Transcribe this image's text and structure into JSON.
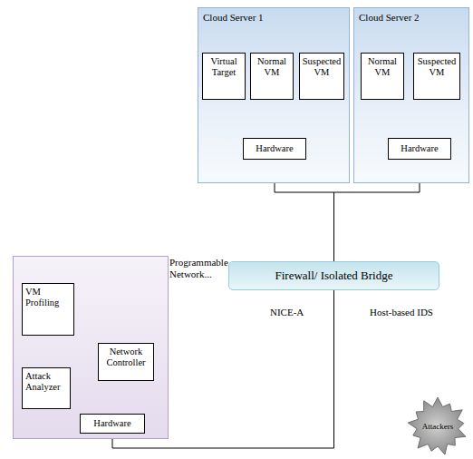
{
  "diagram": {
    "nodes": [
      {
        "text": [
          "Cloud Server 1"
        ]
      },
      {
        "text": [
          "Virtual Target"
        ],
        "in": 0
      },
      {
        "text": [
          "Normal VM"
        ],
        "in": 0
      },
      {
        "text": [
          "Suspected VM"
        ],
        "in": 0
      },
      {
        "text": [
          "Hardware"
        ],
        "in": 0
      },
      {
        "text": [
          "Cloud Server 2"
        ]
      },
      {
        "text": [
          "Normal VM"
        ],
        "in": 5
      },
      {
        "text": [
          "Suspected VM"
        ],
        "in": 5
      },
      {
        "text": [
          "Hardware"
        ],
        "in": 5
      },
      {
        "text": [
          "VM Profiling"
        ]
      },
      {
        "text": [
          "Attack Analyzer"
        ]
      },
      {
        "text": [
          "Network Controller"
        ]
      },
      {
        "text": [
          "Hardware"
        ]
      },
      {
        "text": [
          "Firewall/ Isolated Bridge"
        ]
      },
      {
        "text": [
          "Attackers"
        ]
      }
    ],
    "edges": [
      {
        "from": 1,
        "to": 4,
        "arrow": "none"
      },
      {
        "from": 2,
        "to": 4,
        "arrow": "none"
      },
      {
        "from": 3,
        "to": 4,
        "arrow": "none"
      },
      {
        "from": 6,
        "to": 8,
        "arrow": "none"
      },
      {
        "from": 7,
        "to": 8,
        "arrow": "none"
      },
      {
        "from": 4,
        "to": 13,
        "arrow": "none"
      },
      {
        "from": 8,
        "to": 13,
        "arrow": "none"
      },
      {
        "from": 9,
        "to": 10,
        "arrow": "none"
      },
      {
        "from": 10,
        "to": 11,
        "arrow": "none"
      },
      {
        "from": 10,
        "to": 12,
        "arrow": "none"
      },
      {
        "from": 12,
        "to": 13,
        "arrow": "none"
      }
    ],
    "labels": [
      "Programmable Network...",
      "NICE-A",
      "Host-based IDS"
    ]
  }
}
